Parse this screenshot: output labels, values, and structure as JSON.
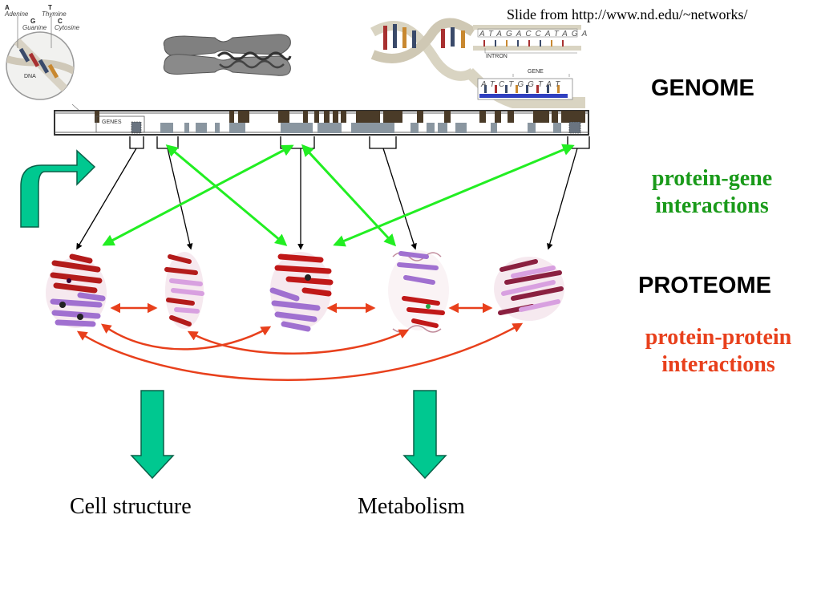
{
  "source_credit": "Slide from http://www.nd.edu/~networks/",
  "labels": {
    "genome": "GENOME",
    "protein_gene": "protein-gene interactions",
    "proteome": "PROTEOME",
    "protein_protein": "protein-protein interactions"
  },
  "outcomes": {
    "cell_structure": "Cell structure",
    "metabolism": "Metabolism"
  },
  "dna_inset": {
    "adenine_letter": "A",
    "adenine": "Adenine",
    "thymine_letter": "T",
    "thymine": "Thymine",
    "guanine_letter": "G",
    "guanine": "Guanine",
    "cytosine_letter": "C",
    "cytosine": "Cytosine",
    "dna": "DNA"
  },
  "chromosome_bar": {
    "genes_label": "GENES"
  },
  "sequence_inset": {
    "top_sequence": "ATAGACCATAGA",
    "intron": "INTRON",
    "gene": "GENE",
    "gene_sequence": "ATCTGGTAT"
  },
  "colors": {
    "protein_gene_arrow": "#22ee22",
    "protein_protein_arrow": "#e8401c",
    "regulatory_arrow": "#00c890",
    "protein_gene_text": "#1a9a1a",
    "protein_protein_text": "#e8401c"
  }
}
